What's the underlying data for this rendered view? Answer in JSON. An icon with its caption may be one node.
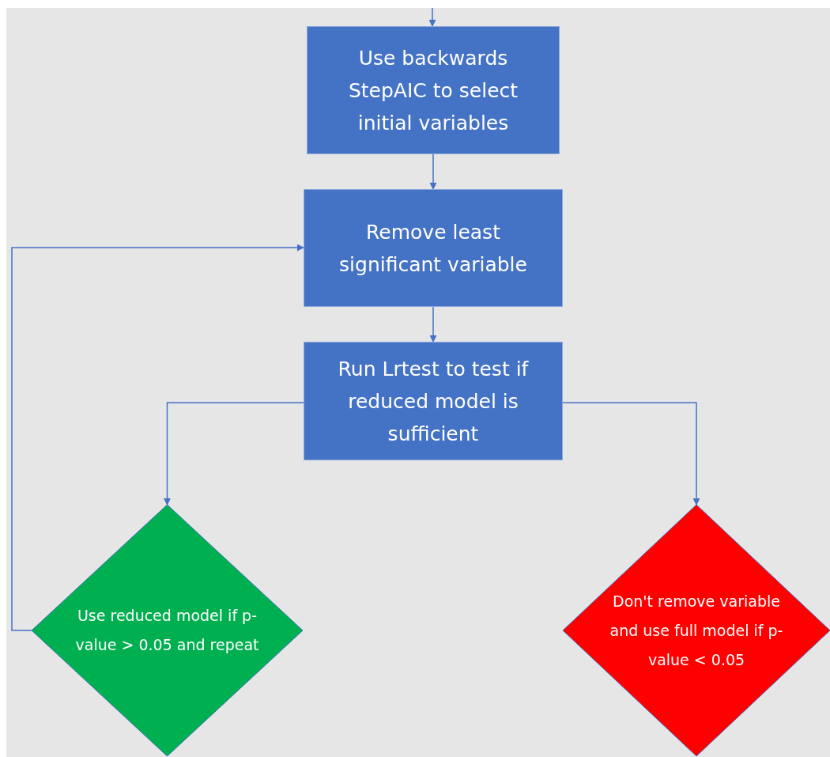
{
  "diagram": {
    "nodes": [
      {
        "text": [
          "Use backwards StepAIC to select initial variables"
        ]
      },
      {
        "text": [
          "Remove least significant variable"
        ]
      },
      {
        "text": [
          "Run Lrtest to test if reduced model is sufficient"
        ]
      },
      {
        "text": [
          "Use reduced model if p-value > 0.05 and repeat"
        ]
      },
      {
        "text": [
          "Don't remove variable and use full model if p-value < 0.05"
        ]
      }
    ],
    "edges": [
      {
        "from": null,
        "to": 0,
        "arrow": "to"
      },
      {
        "from": 0,
        "to": 1,
        "arrow": "to"
      },
      {
        "from": 1,
        "to": 2,
        "arrow": "to"
      },
      {
        "from": 2,
        "to": 3,
        "arrow": "to"
      },
      {
        "from": 2,
        "to": 4,
        "arrow": "to"
      },
      {
        "from": 3,
        "to": 1,
        "arrow": "to"
      }
    ]
  }
}
